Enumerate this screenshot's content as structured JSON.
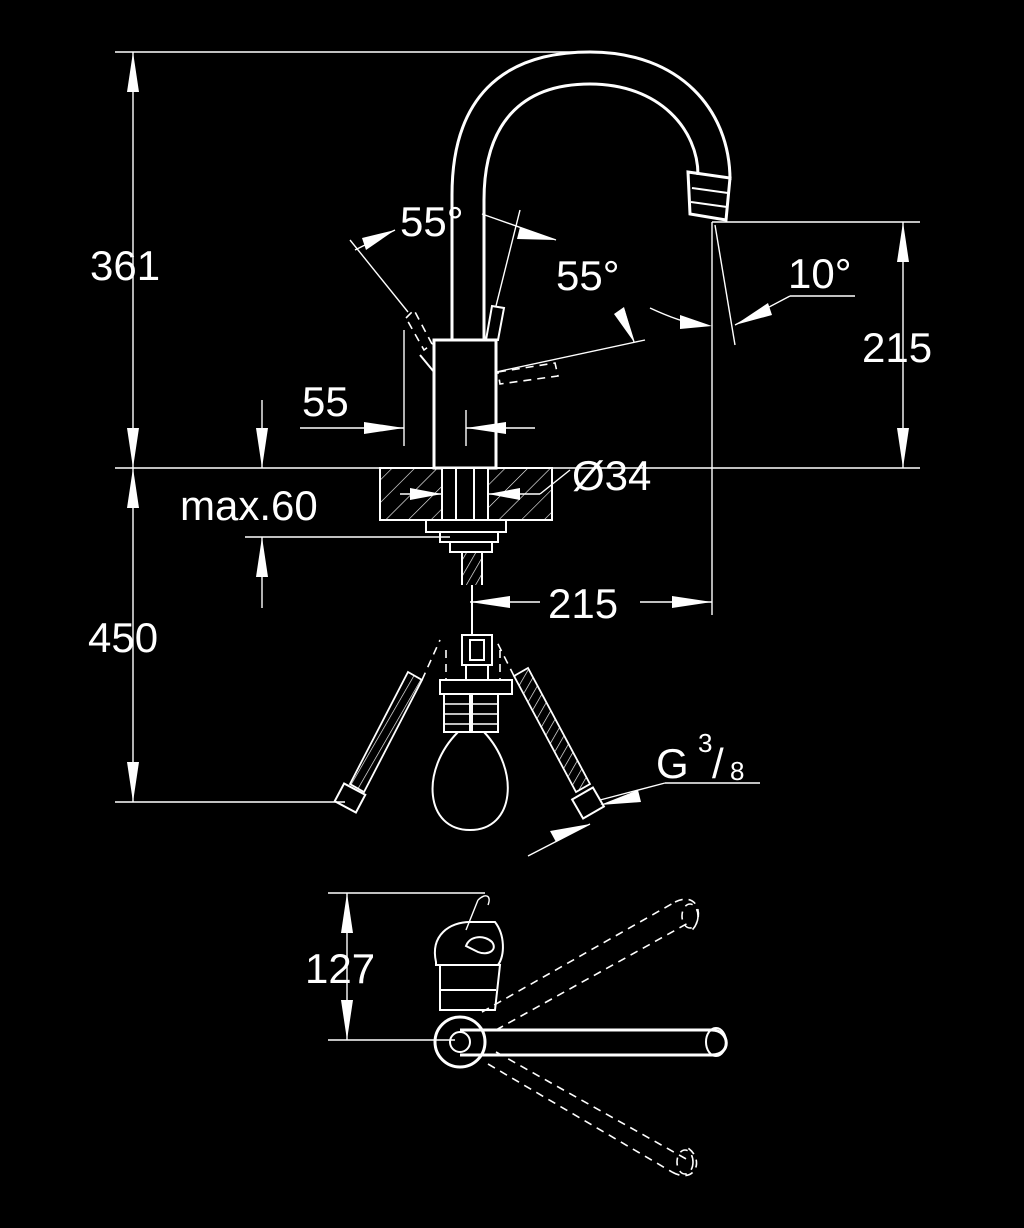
{
  "dimensions": {
    "height_above": "361",
    "height_below": "450",
    "handle_angle_left": "55°",
    "spout_angle": "55°",
    "spout_tilt": "10°",
    "outlet_height": "215",
    "handle_offset": "55",
    "max_thickness": "max.60",
    "hole_diameter": "Ø34",
    "spout_reach": "215",
    "plan_depth": "127"
  },
  "connection": {
    "prefix": "G",
    "numerator": "3",
    "slash": "/",
    "denominator": "8"
  }
}
